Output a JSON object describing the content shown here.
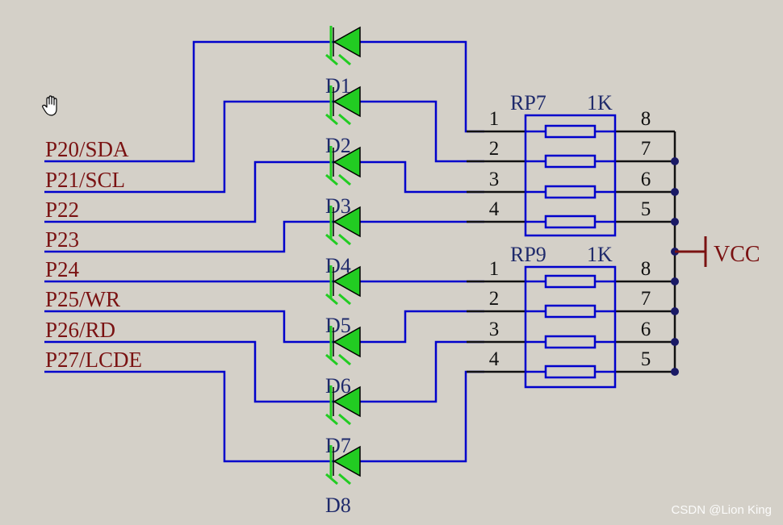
{
  "ports": [
    "P20/SDA",
    "P21/SCL",
    "P22",
    "P23",
    "P24",
    "P25/WR",
    "P26/RD",
    "P27/LCDE"
  ],
  "diodes": [
    "D1",
    "D2",
    "D3",
    "D4",
    "D5",
    "D6",
    "D7",
    "D8"
  ],
  "packs": [
    {
      "ref": "RP7",
      "value": "1K",
      "left_pins": [
        "1",
        "2",
        "3",
        "4"
      ],
      "right_pins": [
        "8",
        "7",
        "6",
        "5"
      ]
    },
    {
      "ref": "RP9",
      "value": "1K",
      "left_pins": [
        "1",
        "2",
        "3",
        "4"
      ],
      "right_pins": [
        "8",
        "7",
        "6",
        "5"
      ]
    }
  ],
  "power": {
    "label": "VCC"
  },
  "watermark": "CSDN @Lion King",
  "colors": {
    "background": "#d4d0c8",
    "wire": "#0000cc",
    "net_wire": "#111111",
    "diode_fill": "#22cc22",
    "diode_outline": "#000000",
    "junction": "#1a1a66",
    "port_label": "#7a1212",
    "ref_label": "#1f2a6b",
    "power_symbol": "#7a1212"
  },
  "icons": {
    "cursor": "hand-cursor-icon"
  }
}
